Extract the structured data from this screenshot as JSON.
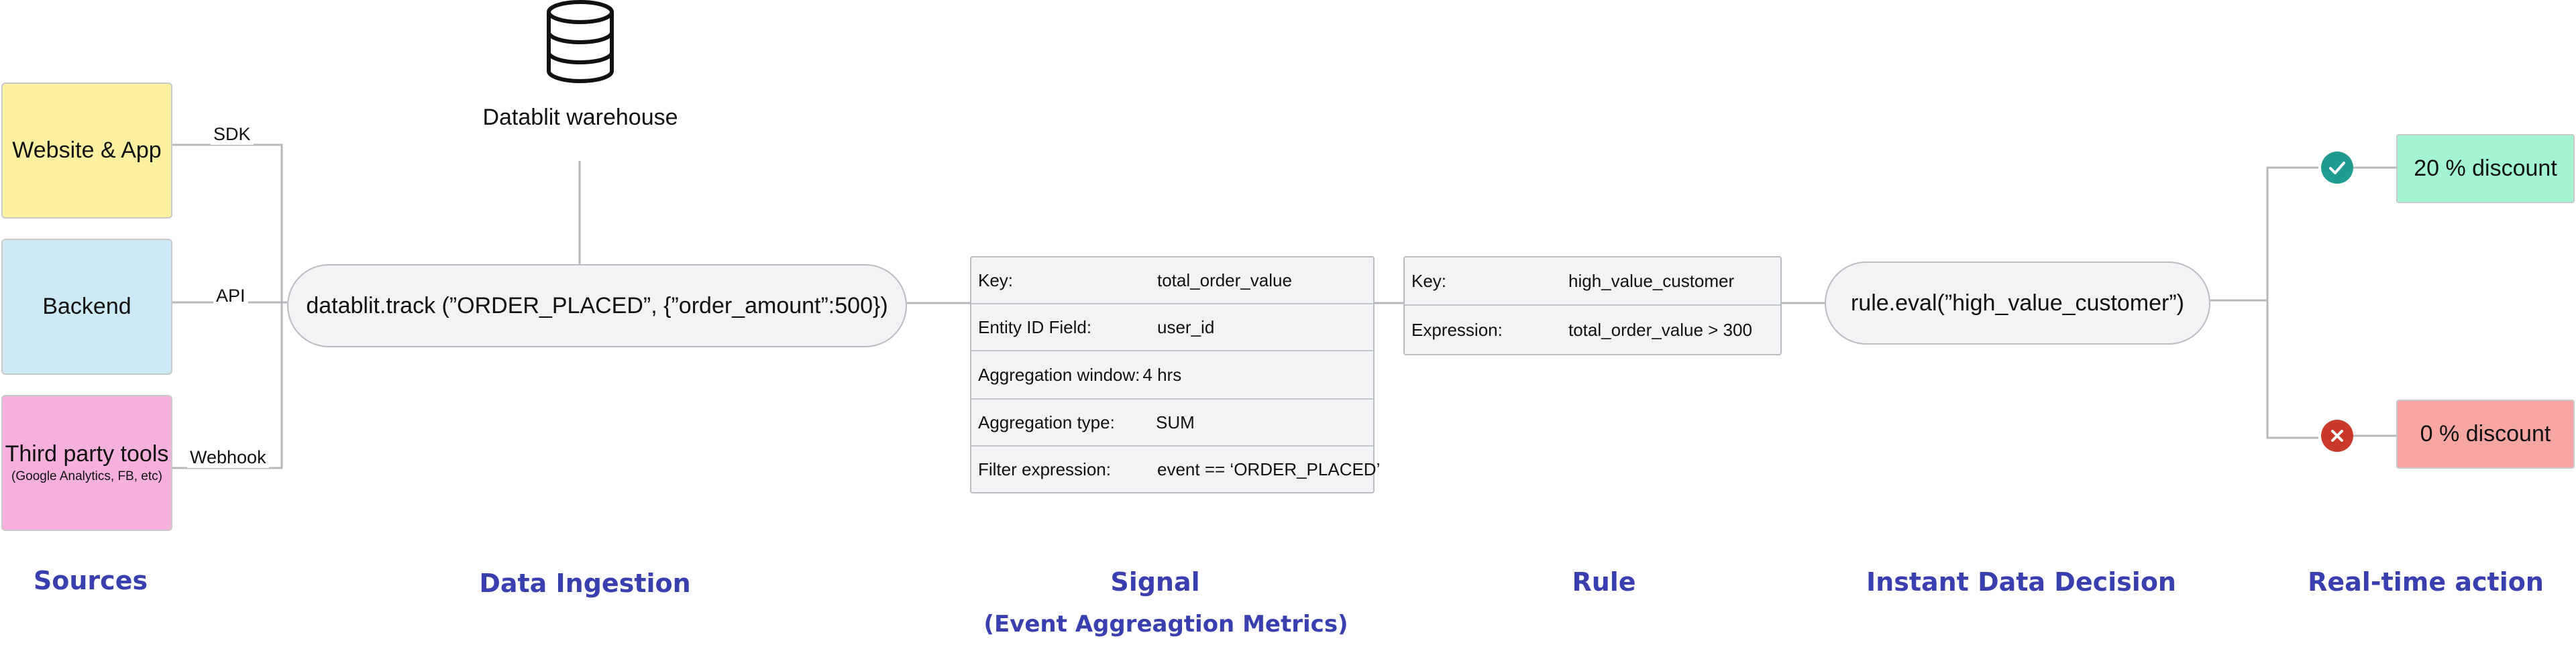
{
  "sources": [
    {
      "label": "Website & App",
      "sub": "",
      "connector": "SDK",
      "color": "#fdf0a0"
    },
    {
      "label": "Backend",
      "sub": "",
      "connector": "API",
      "color": "#cde9f5"
    },
    {
      "label": "Third party tools",
      "sub": "(Google Analytics, FB, etc)",
      "connector": "Webhook",
      "color": "#f6b0dc"
    }
  ],
  "warehouse": {
    "label": "Datablit warehouse",
    "icon": "database-icon"
  },
  "ingestion": {
    "call": "datablit.track (”ORDER_PLACED”, {”order_amount”:500})"
  },
  "signal": {
    "rows": [
      {
        "key": "Key:",
        "value": "total_order_value"
      },
      {
        "key": "Entity ID Field:",
        "value": "user_id"
      },
      {
        "key": "Aggregation window:",
        "value": "4 hrs"
      },
      {
        "key": "Aggregation type:",
        "value": "SUM"
      },
      {
        "key": "Filter expression:",
        "value": "event == ‘ORDER_PLACED’"
      }
    ]
  },
  "rule": {
    "rows": [
      {
        "key": "Key:",
        "value": "high_value_customer"
      },
      {
        "key": "Expression:",
        "value": "total_order_value > 300"
      }
    ]
  },
  "decision": {
    "call": "rule.eval(”high_value_customer”)"
  },
  "actions": [
    {
      "label": "20 % discount",
      "icon": "check-icon",
      "color": "#a3f5d2",
      "badge_color": "#1f9c8f"
    },
    {
      "label": "0 % discount",
      "icon": "cross-icon",
      "color": "#f7a6a4",
      "badge_color": "#c8392c"
    }
  ],
  "stages": [
    {
      "title": "Sources",
      "sub": ""
    },
    {
      "title": "Data Ingestion",
      "sub": ""
    },
    {
      "title": "Signal",
      "sub": "(Event Aggreagtion Metrics)"
    },
    {
      "title": "Rule",
      "sub": ""
    },
    {
      "title": "Instant Data Decision",
      "sub": ""
    },
    {
      "title": "Real-time action",
      "sub": ""
    }
  ],
  "colors": {
    "stage_text": "#3a3fb0",
    "line": "#b5b8bd",
    "node_fill": "#f2f3f5"
  }
}
